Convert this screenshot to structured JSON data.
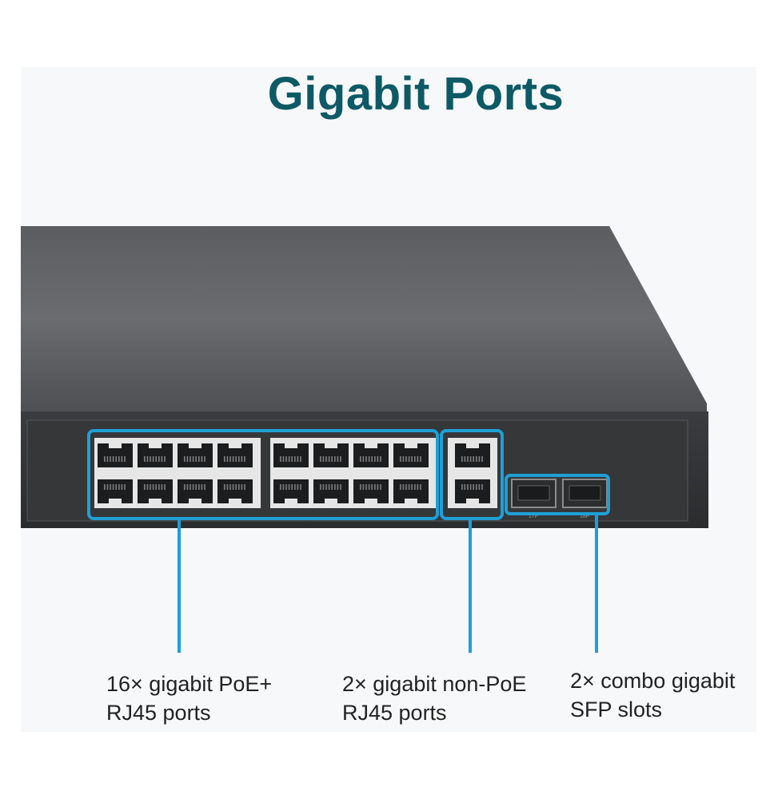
{
  "title": "Gigabit Ports",
  "callouts": [
    {
      "line1": "16× gigabit PoE+",
      "line2": "RJ45 ports"
    },
    {
      "line1": "2× gigabit non-PoE",
      "line2": "RJ45 ports"
    },
    {
      "line1": "2× combo gigabit",
      "line2": "SFP slots"
    }
  ],
  "sfp_labels": [
    "17F",
    "18F"
  ],
  "colors": {
    "accent": "#1f9fd6",
    "title": "#0d5a66",
    "chassis": "#4a4c4f",
    "port_frame": "#e8e8e8"
  },
  "ports": {
    "poe_rj45": 16,
    "non_poe_rj45": 2,
    "sfp": 2
  }
}
